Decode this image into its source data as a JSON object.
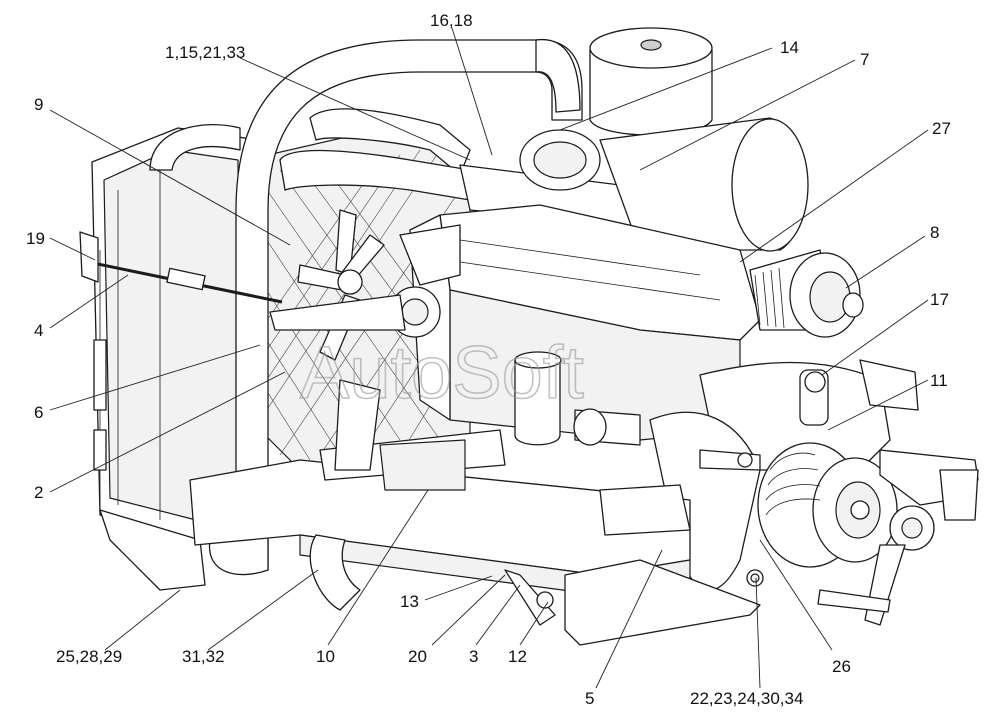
{
  "watermark": "AutoSoft",
  "callouts": [
    {
      "id": "c-16-18",
      "text": "16,18"
    },
    {
      "id": "c-1-15-21-33",
      "text": "1,15,21,33"
    },
    {
      "id": "c-14",
      "text": "14"
    },
    {
      "id": "c-7",
      "text": "7"
    },
    {
      "id": "c-9",
      "text": "9"
    },
    {
      "id": "c-27",
      "text": "27"
    },
    {
      "id": "c-19",
      "text": "19"
    },
    {
      "id": "c-8",
      "text": "8"
    },
    {
      "id": "c-4",
      "text": "4"
    },
    {
      "id": "c-17",
      "text": "17"
    },
    {
      "id": "c-6",
      "text": "6"
    },
    {
      "id": "c-11",
      "text": "11"
    },
    {
      "id": "c-2",
      "text": "2"
    },
    {
      "id": "c-13",
      "text": "13"
    },
    {
      "id": "c-26",
      "text": "26"
    },
    {
      "id": "c-25-28-29",
      "text": "25,28,29"
    },
    {
      "id": "c-31-32",
      "text": "31,32"
    },
    {
      "id": "c-10",
      "text": "10"
    },
    {
      "id": "c-20",
      "text": "20"
    },
    {
      "id": "c-3",
      "text": "3"
    },
    {
      "id": "c-12",
      "text": "12"
    },
    {
      "id": "c-5",
      "text": "5"
    },
    {
      "id": "c-22-23-24-30-34",
      "text": "22,23,24,30,34"
    }
  ]
}
